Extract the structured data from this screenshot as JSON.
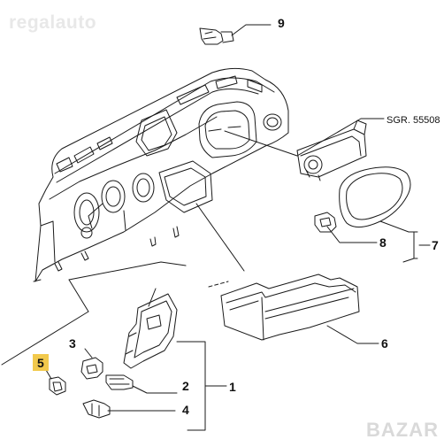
{
  "watermark": "regalauto",
  "watermark_bottom": "BAZAR",
  "reference_label": "SGR. 55508",
  "callouts": {
    "p1": "1",
    "p2": "2",
    "p3": "3",
    "p4": "4",
    "p5": "5",
    "p6": "6",
    "p7": "7",
    "p8": "8",
    "p9": "9"
  },
  "colors": {
    "line": "#1a1a1a",
    "highlight": "#f2c94c",
    "background": "#ffffff"
  }
}
